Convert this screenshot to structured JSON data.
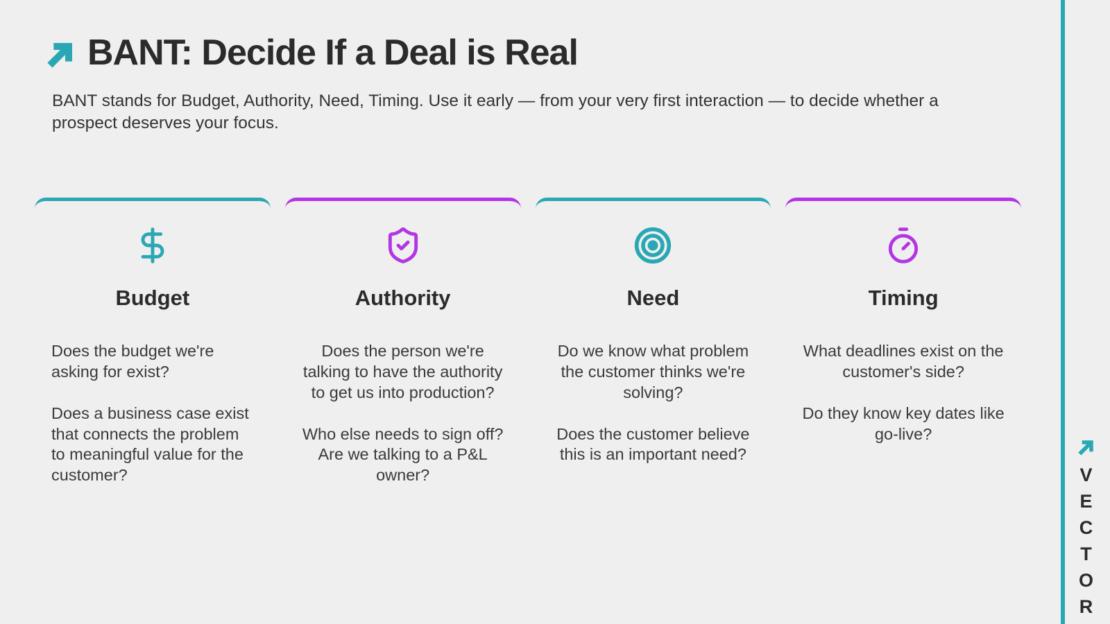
{
  "page": {
    "background": "#efefef",
    "accent_teal": "#2aa7b4",
    "accent_purple": "#b335e4",
    "text_dark": "#2b2b2b"
  },
  "header": {
    "title": "BANT: Decide If a Deal is Real",
    "subtitle": "BANT stands for Budget, Authority, Need, Timing. Use it early — from your very first interaction — to decide whether a prospect deserves your focus."
  },
  "cards": [
    {
      "title": "Budget",
      "icon": "dollar-sign-icon",
      "accent": "#2aa7b4",
      "paragraphs": [
        "Does the budget we're asking for exist?",
        "Does a business case exist that connects the problem to meaningful value for the customer?"
      ]
    },
    {
      "title": "Authority",
      "icon": "shield-check-icon",
      "accent": "#b335e4",
      "paragraphs": [
        "Does the person we're talking to have the authority to get us into production?",
        "Who else needs to sign off? Are we talking to a P&L owner?"
      ]
    },
    {
      "title": "Need",
      "icon": "target-icon",
      "accent": "#2aa7b4",
      "paragraphs": [
        "Do we know what problem the customer thinks we're solving?",
        "Does the customer believe this is an important need?"
      ]
    },
    {
      "title": "Timing",
      "icon": "timer-icon",
      "accent": "#b335e4",
      "paragraphs": [
        "What deadlines exist on the customer's side?",
        "Do they know key dates like go-live?"
      ]
    }
  ],
  "brand": {
    "name": "VECTOR"
  }
}
